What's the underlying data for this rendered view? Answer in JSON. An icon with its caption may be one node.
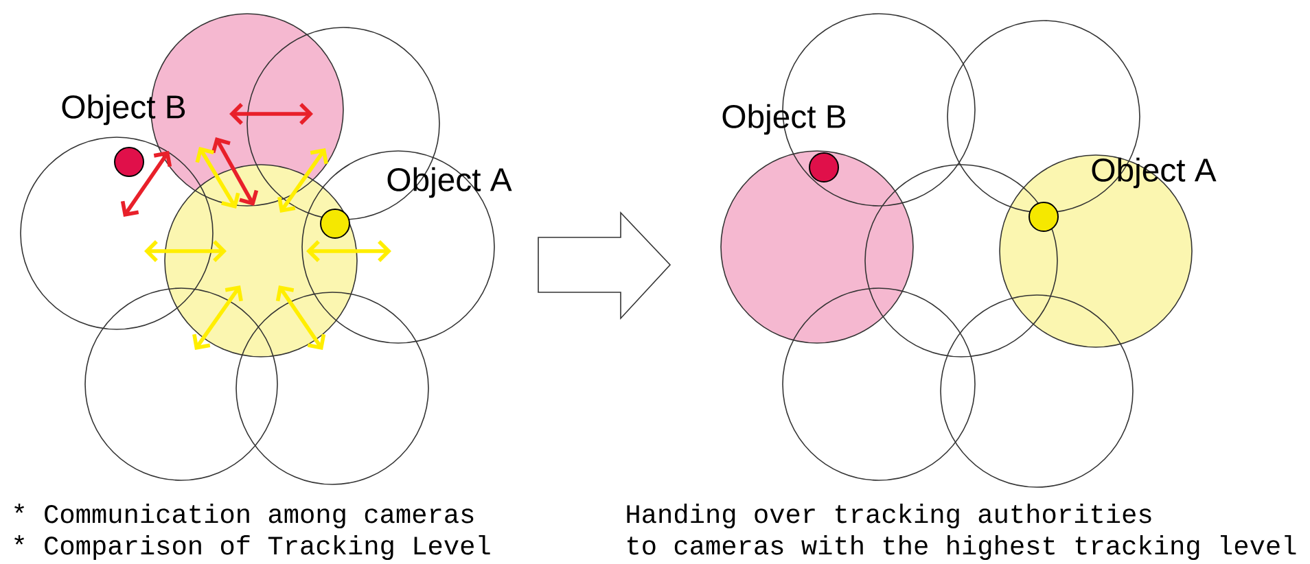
{
  "diagram": {
    "labels": [
      "Object B",
      "Object A",
      "Object B",
      "Object A",
      "* Communication among cameras",
      "* Comparison of Tracking Level",
      "Handing over tracking authorities",
      "to cameras with the highest tracking level"
    ]
  }
}
